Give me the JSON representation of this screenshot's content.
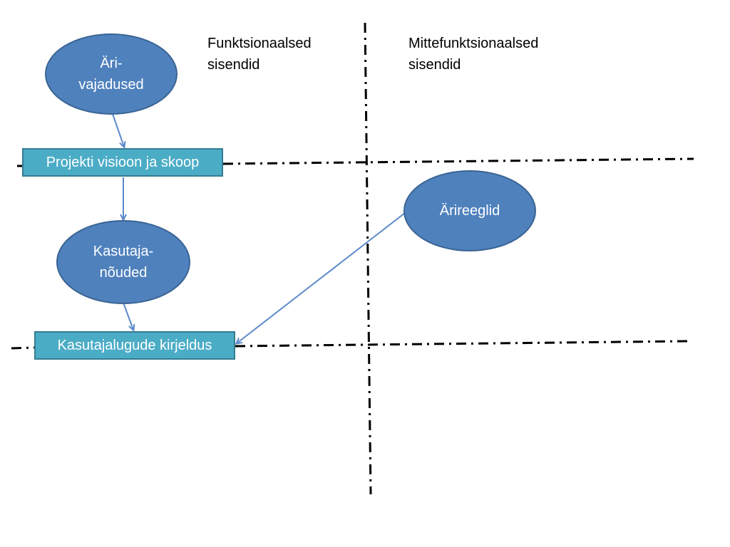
{
  "colors": {
    "ellipse_fill": "#4f81bd",
    "ellipse_stroke": "#3a6494",
    "box_fill": "#4bacc6",
    "box_stroke": "#357d91",
    "arrow": "#5b8ac9",
    "divider": "#000000"
  },
  "headings": {
    "functional": [
      "Funktsionaalsed",
      "sisendid"
    ],
    "nonfunctional": [
      "Mittefunktsionaalsed",
      "sisendid"
    ]
  },
  "nodes": {
    "ari_vajadused": [
      "Äri-",
      "vajadused"
    ],
    "projekti_visioon": "Projekti visioon ja skoop",
    "kasutaja_noudmed": [
      "Kasutaja-",
      "nõuded"
    ],
    "kasutajalugude": "Kasutajalugude kirjeldus",
    "arireeglid": "Ärireeglid"
  }
}
